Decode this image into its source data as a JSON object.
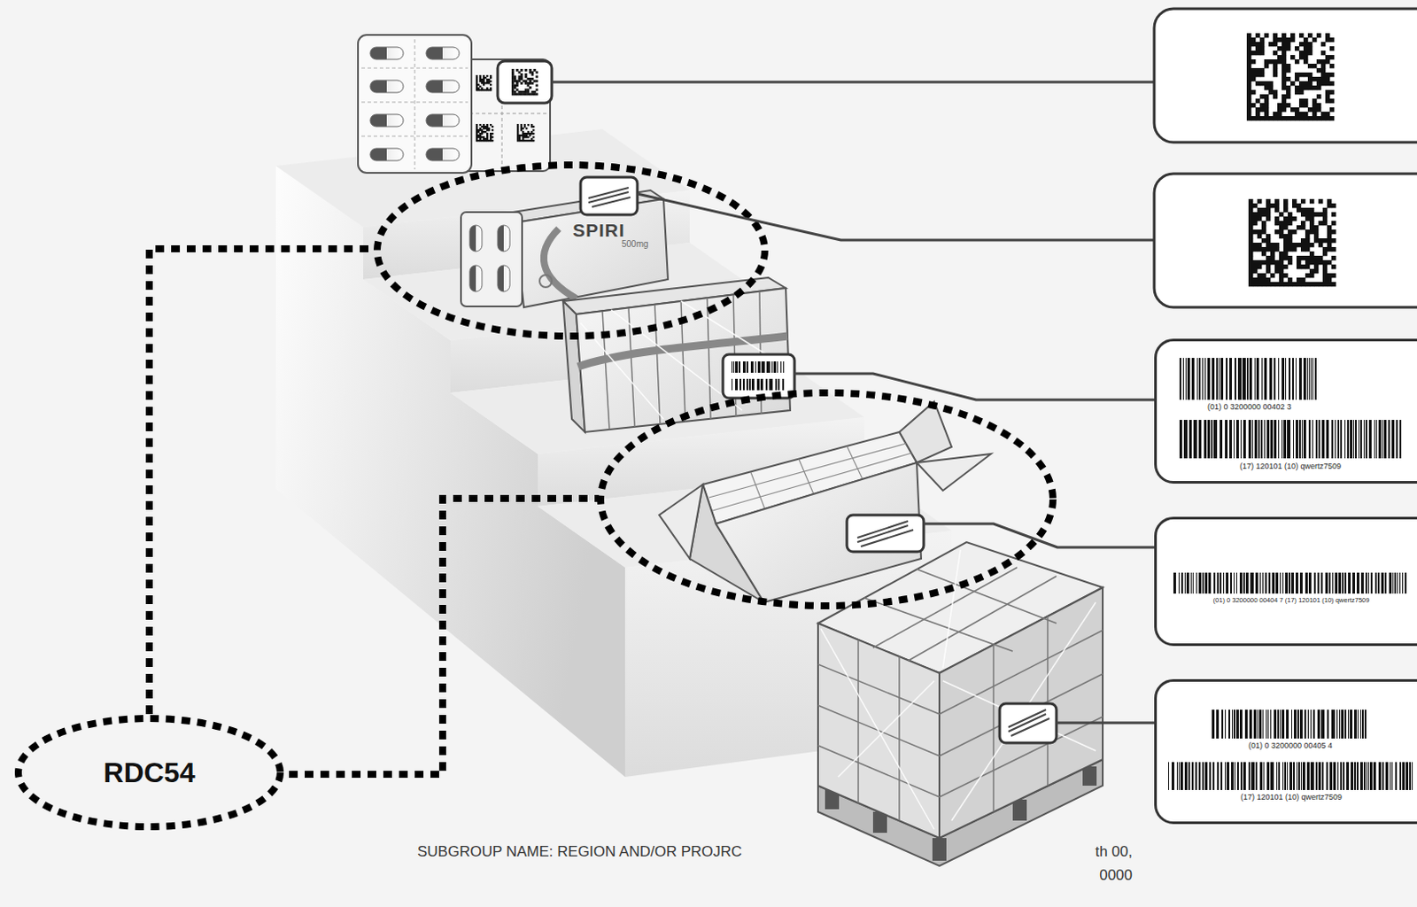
{
  "diagram": {
    "nodes": [
      {
        "text": [
          "(01) 0 3200000 00402 3",
          "(17) 120101 (10) qwertz7509"
        ]
      },
      {
        "text": [
          "(01) 0 3200000 00404 7 (17) 120101 (10) qwertz7509"
        ]
      },
      {
        "text": [
          "(01) 0 3200000 00405 4",
          "(17) 120101 (10) qwertz7509"
        ]
      },
      {
        "text": [
          "RDC54"
        ]
      }
    ],
    "labels": [
      "SPIRI",
      "500mg",
      "SUBGROUP NAME: REGION AND/OR PROJRC",
      "th 00,",
      "0000"
    ]
  }
}
